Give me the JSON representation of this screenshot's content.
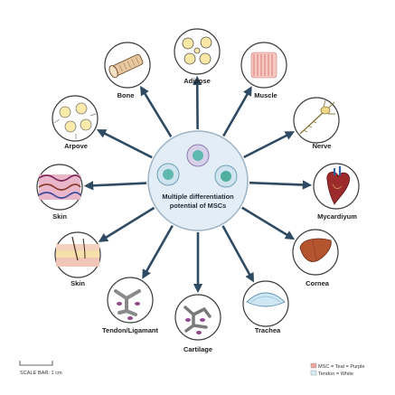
{
  "center": {
    "line1": "Multiple differentiation",
    "line2": "potential of MSCs"
  },
  "nodes": [
    {
      "id": "adipose",
      "label": "Adipose",
      "icon": "adipose-icon"
    },
    {
      "id": "muscle",
      "label": "Muscle",
      "icon": "muscle-fiber-icon"
    },
    {
      "id": "nerve",
      "label": "Nerve",
      "icon": "neuron-icon"
    },
    {
      "id": "myocardium",
      "label": "Mycardiyum",
      "icon": "heart-icon"
    },
    {
      "id": "cornea",
      "label": "Cornea",
      "icon": "liver-icon"
    },
    {
      "id": "trachea",
      "label": "Trachea",
      "icon": "cornea-lens-icon"
    },
    {
      "id": "cartilage",
      "label": "Cartilage",
      "icon": "cartilage-icon"
    },
    {
      "id": "tendon",
      "label": "Tendon/Ligamant",
      "icon": "tendon-icon"
    },
    {
      "id": "skin2",
      "label": "Skin",
      "icon": "skin-hair-icon"
    },
    {
      "id": "skin1",
      "label": "Skin",
      "icon": "skin-tissue-icon"
    },
    {
      "id": "arpove",
      "label": "Arpove",
      "icon": "fat-cells-icon"
    },
    {
      "id": "bone",
      "label": "Bone",
      "icon": "bone-icon"
    }
  ],
  "footer": {
    "scale_bar": "SCALE BAR: 1 cm",
    "legend": [
      {
        "text": "MSC = Teal = Purple",
        "color": "#f2a6a0"
      },
      {
        "text": "Tendon = White",
        "color": "#d6ecf7"
      }
    ]
  },
  "colors": {
    "arrow": "#2f4b63",
    "center_fill": "#e3edf5",
    "cell_teal": "#5fb8b0",
    "cell_purple": "#b59ad6"
  }
}
